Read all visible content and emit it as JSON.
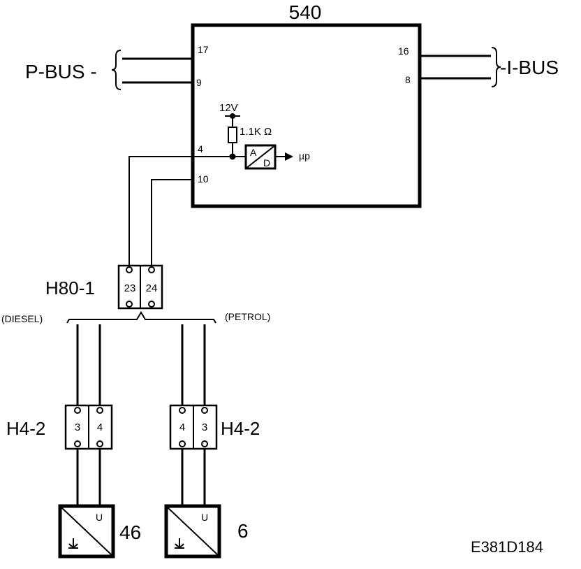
{
  "diagram_id": "E381D184",
  "ecu": {
    "label": "540",
    "pins": {
      "p17": "17",
      "p9": "9",
      "p16": "16",
      "p8": "8",
      "p4": "4",
      "p10": "10"
    },
    "supply": "12V",
    "resistor": "1.1K Ω",
    "adc_a": "A",
    "adc_d": "D",
    "output": "µp"
  },
  "p_bus": "P-BUS -",
  "i_bus": "-I-BUS",
  "connector_h80": {
    "label": "H80-1",
    "pin_a": "23",
    "pin_b": "24"
  },
  "variants": {
    "diesel": "(DIESEL)",
    "petrol": "(PETROL)"
  },
  "connector_h4_diesel": {
    "label": "H4-2",
    "pin_a": "3",
    "pin_b": "4"
  },
  "connector_h4_petrol": {
    "label": "H4-2",
    "pin_a": "4",
    "pin_b": "3"
  },
  "sensor_diesel": {
    "label": "46",
    "u": "U"
  },
  "sensor_petrol": {
    "label": "6",
    "u": "U"
  }
}
